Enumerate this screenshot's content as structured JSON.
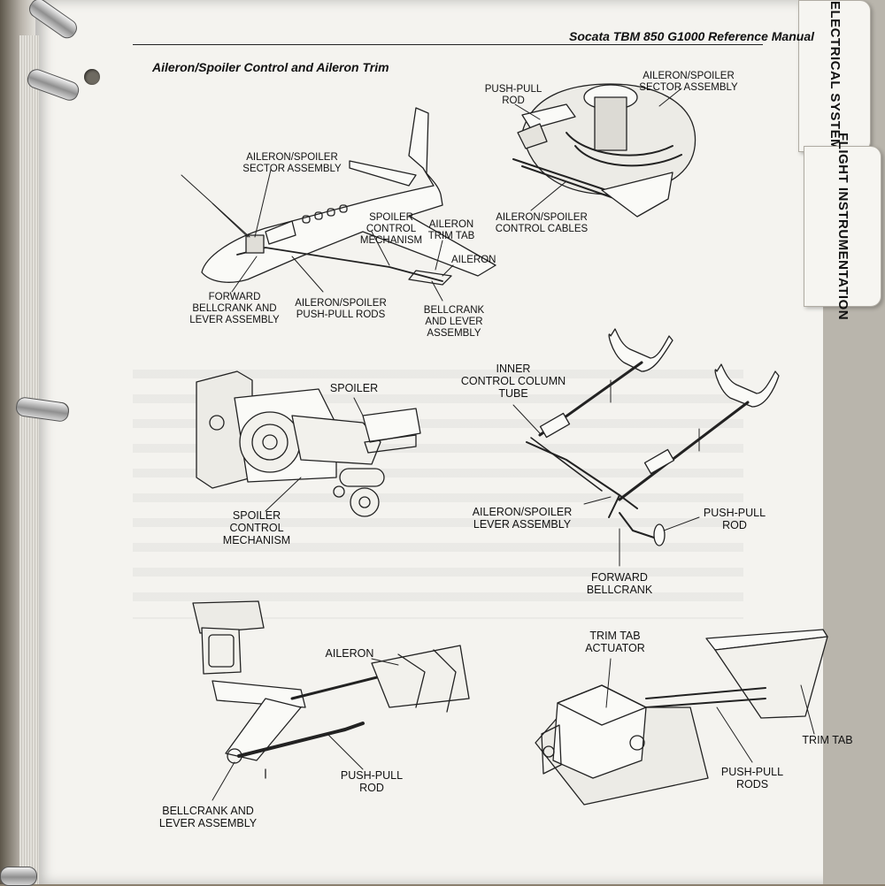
{
  "header": {
    "manual_title": "Socata TBM 850 G1000 Reference Manual",
    "section_title": "Aileron/Spoiler Control and Aileron Trim"
  },
  "tabs": [
    {
      "label": "ELECTRICAL SYSTEM"
    },
    {
      "label": "FLIGHT\nINSTRUMENTATION"
    }
  ],
  "labels": {
    "airplane": {
      "sector_assembly": "AILERON/SPOILER\nSECTOR ASSEMBLY",
      "spoiler_control_mechanism": "SPOILER\nCONTROL\nMECHANISM",
      "aileron_trim_tab": "AILERON\nTRIM TAB",
      "aileron": "AILERON",
      "forward_bellcrank": "FORWARD\nBELLCRANK AND\nLEVER ASSEMBLY",
      "push_pull_rods": "AILERON/SPOILER\nPUSH-PULL RODS",
      "bellcrank_lever": "BELLCRANK\nAND LEVER\nASSEMBLY"
    },
    "sector": {
      "push_pull_rod": "PUSH-PULL\nROD",
      "sector_assembly": "AILERON/SPOILER\nSECTOR ASSEMBLY",
      "control_cables": "AILERON/SPOILER\nCONTROL CABLES"
    },
    "spoiler": {
      "spoiler": "SPOILER",
      "control_mechanism": "SPOILER\nCONTROL\nMECHANISM"
    },
    "column": {
      "inner_tube": "INNER\nCONTROL COLUMN\nTUBE",
      "lever_assembly": "AILERON/SPOILER\nLEVER ASSEMBLY",
      "push_pull_rod": "PUSH-PULL\nROD",
      "forward_bellcrank": "FORWARD\nBELLCRANK"
    },
    "aileron_detail": {
      "aileron": "AILERON",
      "push_pull_rod": "PUSH-PULL\nROD",
      "bellcrank_lever": "BELLCRANK AND\nLEVER ASSEMBLY"
    },
    "trim": {
      "actuator": "TRIM TAB\nACTUATOR",
      "trim_tab": "TRIM TAB",
      "push_pull_rods": "PUSH-PULL\nRODS"
    }
  }
}
